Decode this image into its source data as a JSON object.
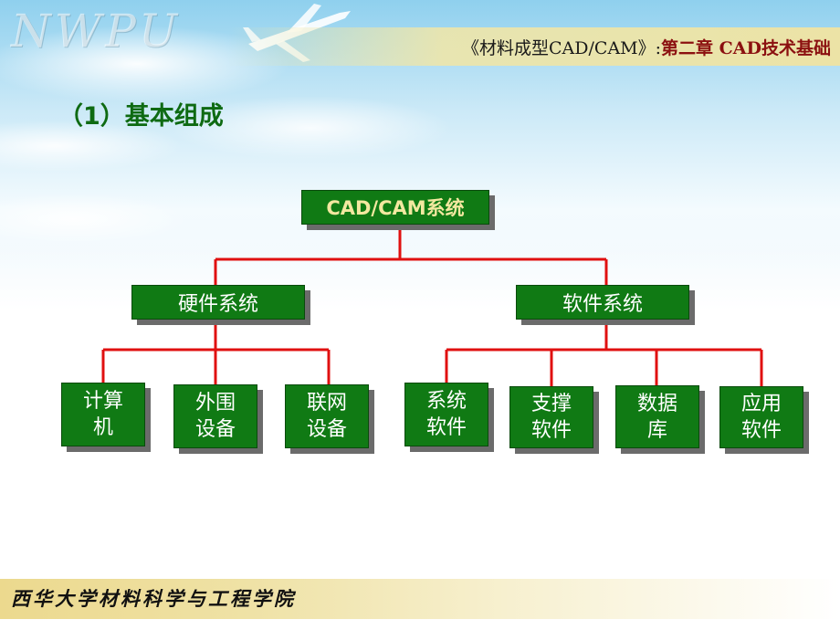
{
  "header": {
    "logo_text": "NWPU",
    "course_prefix": "《材料成型CAD/CAM》:",
    "chapter": "第二章 CAD技术基础"
  },
  "title": "（1）基本组成",
  "diagram": {
    "root": "CAD/CAM系统",
    "branches": [
      {
        "label": "硬件系统",
        "children": [
          {
            "line1": "计算",
            "line2": "机"
          },
          {
            "line1": "外围",
            "line2": "设备"
          },
          {
            "line1": "联网",
            "line2": "设备"
          }
        ]
      },
      {
        "label": "软件系统",
        "children": [
          {
            "line1": "系统",
            "line2": "软件"
          },
          {
            "line1": "支撑",
            "line2": "软件"
          },
          {
            "line1": "数据",
            "line2": "库"
          },
          {
            "line1": "应用",
            "line2": "软件"
          }
        ]
      }
    ]
  },
  "footer": {
    "institution": "西华大学材料科学与工程学院"
  },
  "colors": {
    "box_fill": "#107a14",
    "connector": "#e01010",
    "title": "#0e6a12",
    "root_text": "#f3e8a0"
  }
}
